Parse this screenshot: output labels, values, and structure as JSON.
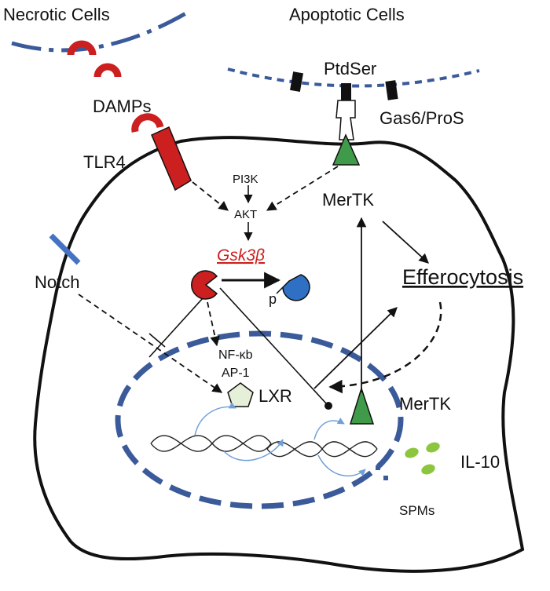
{
  "labels": {
    "necrotic_cells": "Necrotic Cells",
    "apoptotic_cells": "Apoptotic Cells",
    "ptdser": "PtdSer",
    "damps": "DAMPs",
    "gas6_pros": "Gas6/ProS",
    "tlr4": "TLR4",
    "pi3k": "PI3K",
    "akt": "AKT",
    "mertk_top": "MerTK",
    "gsk3b": "Gsk3β",
    "notch": "Notch",
    "p": "p",
    "efferocytosis": "Efferocytosis",
    "nfkb": "NF-κb",
    "ap1": "AP-1",
    "lxr": "LXR",
    "mertk_nucleus": "MerTK",
    "il10": "IL-10",
    "spms": "SPMs"
  },
  "colors": {
    "membrane_blue": "#3b5a9a",
    "receptor_red": "#cc1f1f",
    "gsk3b_text": "#cc1f1f",
    "phospho_blue": "#2f6fc4",
    "mertk_green": "#3f9a4a",
    "il10_green": "#8cc63f",
    "lxr_fill": "#e6efd8",
    "dna_arrow": "#6f9fd8"
  }
}
